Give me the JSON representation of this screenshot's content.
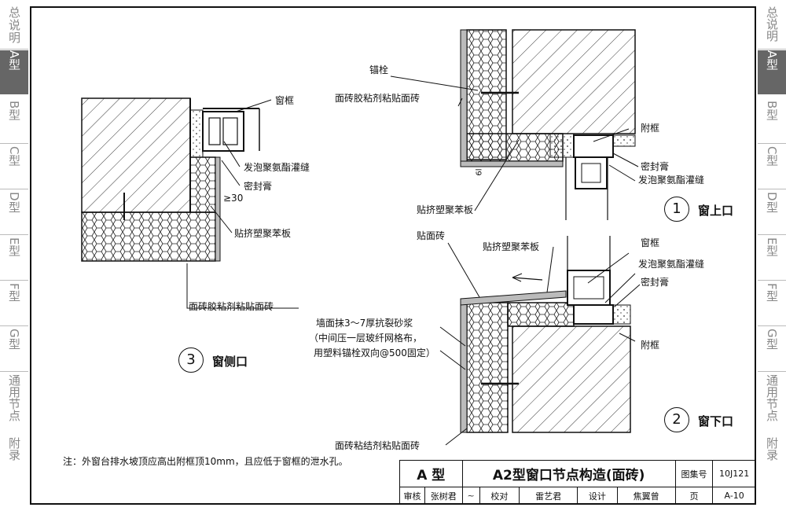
{
  "sidebar_left": [
    {
      "label": "总说明"
    },
    {
      "label": "A型"
    },
    {
      "label": "B型"
    },
    {
      "label": "C型"
    },
    {
      "label": "D型"
    },
    {
      "label": "E型"
    },
    {
      "label": "F型"
    },
    {
      "label": "G型"
    },
    {
      "label": "通用节点"
    },
    {
      "label": "附录"
    }
  ],
  "sidebar_right": [
    {
      "label": "总说明"
    },
    {
      "label": "A型"
    },
    {
      "label": "B型"
    },
    {
      "label": "C型"
    },
    {
      "label": "D型"
    },
    {
      "label": "E型"
    },
    {
      "label": "F型"
    },
    {
      "label": "G型"
    },
    {
      "label": "通用节点"
    },
    {
      "label": "附录"
    }
  ],
  "detail_side": {
    "number": "3",
    "title": "窗侧口",
    "labels": {
      "window_frame": "窗框",
      "foam": "发泡聚氨酯灌缝",
      "sealant": "密封膏",
      "dim": "≥30",
      "xps": "贴挤塑聚苯板",
      "adhesive": "面砖胶粘剂粘贴面砖"
    }
  },
  "detail_top": {
    "number": "1",
    "title": "窗上口",
    "labels": {
      "anchor": "锚栓",
      "adhesive": "面砖胶粘剂粘贴面砖",
      "sub_frame": "附框",
      "sealant": "密封膏",
      "foam": "发泡聚氨酯灌缝",
      "xps": "贴挤塑聚苯板",
      "dim": "6l"
    }
  },
  "detail_bottom": {
    "number": "2",
    "title": "窗下口",
    "labels": {
      "tile": "贴面砖",
      "xps": "贴挤塑聚苯板",
      "window_frame": "窗框",
      "foam": "发泡聚氨酯灌缝",
      "sealant": "密封膏",
      "mortar_1": "墙面抹3～7厚抗裂砂浆",
      "mortar_2": "（中间压一层玻纤网格布，",
      "mortar_3": "用塑料锚栓双向@500固定）",
      "sub_frame": "附框",
      "adhesive": "面砖粘结剂粘贴面砖"
    }
  },
  "note": "注：外窗台排水坡顶应高出附框顶10mm，且应低于窗框的泄水孔。",
  "title_block": {
    "type": "A 型",
    "title": "A2型窗口节点构造(面砖)",
    "atlas_label": "图集号",
    "atlas_no": "10J121",
    "review_label": "审核",
    "reviewer": "张树君",
    "check_label": "校对",
    "checker": "雷艺君",
    "design_label": "设计",
    "designer": "焦翼曾",
    "page_label": "页",
    "page_no": "A-10"
  }
}
